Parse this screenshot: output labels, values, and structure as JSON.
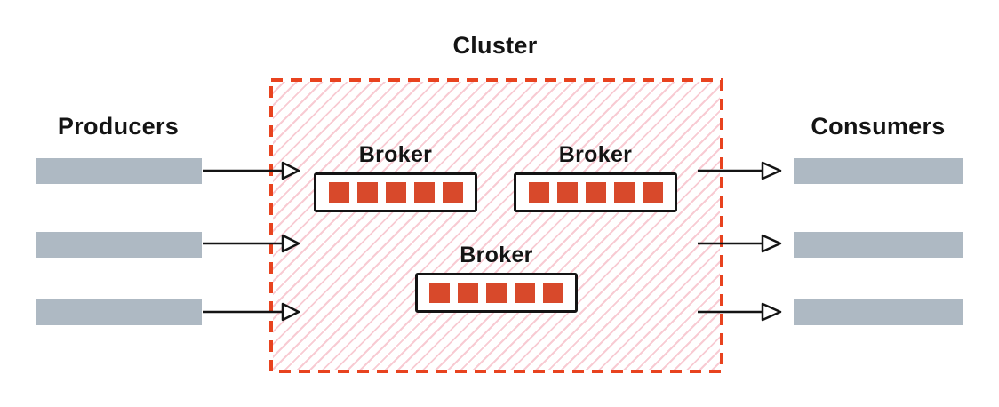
{
  "cluster": {
    "label": "Cluster",
    "brokers": [
      {
        "label": "Broker",
        "partitions": 5
      },
      {
        "label": "Broker",
        "partitions": 5
      },
      {
        "label": "Broker",
        "partitions": 5
      }
    ]
  },
  "producers": {
    "label": "Producers",
    "bar_count": 3
  },
  "consumers": {
    "label": "Consumers",
    "bar_count": 3
  },
  "arrows": {
    "into_cluster": 3,
    "out_of_cluster": 3
  },
  "colors": {
    "cluster_border": "#e8431f",
    "hatch_pink": "#f8cbd3",
    "partition_red": "#d8492b",
    "bar_gray": "#aeb9c3",
    "line_black": "#141414"
  }
}
